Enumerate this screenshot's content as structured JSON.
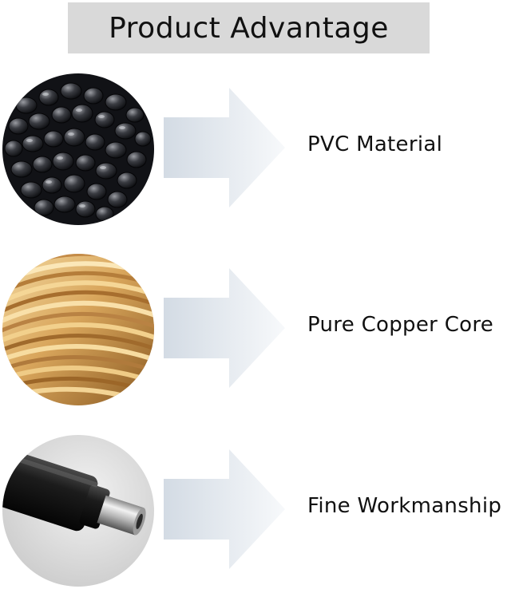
{
  "header": {
    "title": "Product Advantage"
  },
  "features": [
    {
      "label": "PVC Material",
      "image_icon": "pvc-pellets-photo"
    },
    {
      "label": "Pure Copper Core",
      "image_icon": "copper-wire-photo"
    },
    {
      "label": "Fine Workmanship",
      "image_icon": "dc-plug-photo"
    }
  ],
  "colors": {
    "title_background": "#d9d9d9",
    "arrow_start": "#d3dbe4",
    "arrow_end": "#f7f9fb",
    "text": "#111111"
  }
}
